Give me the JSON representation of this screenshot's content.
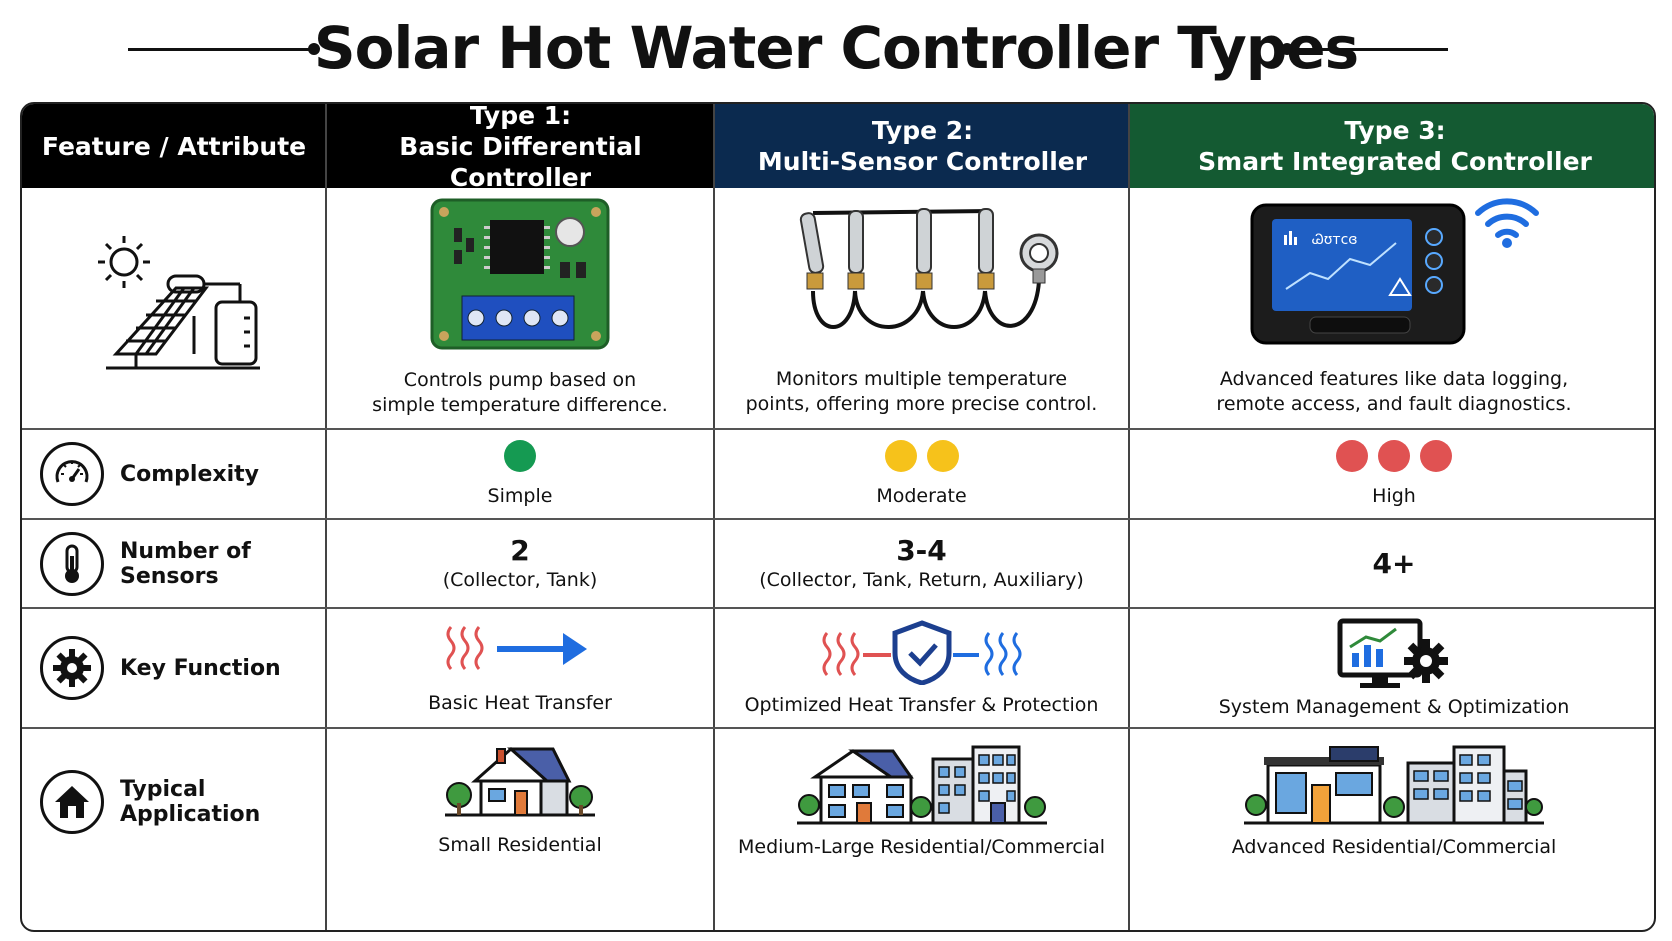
{
  "title": "Solar Hot Water Controller Types",
  "header": {
    "feature": "Feature / Attribute",
    "types": [
      {
        "line1": "Type 1:",
        "line2": "Basic Differential Controller",
        "color": "#000000"
      },
      {
        "line1": "Type 2:",
        "line2": "Multi-Sensor Controller",
        "color": "#0b2a4f"
      },
      {
        "line1": "Type 3:",
        "line2": "Smart Integrated Controller",
        "color": "#145a32"
      }
    ]
  },
  "overview": {
    "type1": {
      "line1": "Controls pump based on",
      "line2": "simple temperature difference."
    },
    "type2": {
      "line1": "Monitors multiple temperature",
      "line2": "points, offering more precise control."
    },
    "type3": {
      "line1": "Advanced features like data logging,",
      "line2": "remote access, and fault diagnostics."
    },
    "screen_text": "Ꮚʊᴛᴄɞ"
  },
  "rows": {
    "complexity": {
      "label": "Complexity",
      "type1": {
        "value": "Simple",
        "dots": 1,
        "color": "#159a52"
      },
      "type2": {
        "value": "Moderate",
        "dots": 2,
        "color": "#f6c21b"
      },
      "type3": {
        "value": "High",
        "dots": 3,
        "color": "#e05252"
      }
    },
    "sensors": {
      "label": "Number of Sensors",
      "type1": {
        "value": "2",
        "detail": "(Collector, Tank)"
      },
      "type2": {
        "value": "3-4",
        "detail": "(Collector, Tank, Return, Auxiliary)"
      },
      "type3": {
        "value": "4+"
      }
    },
    "function": {
      "label": "Key Function",
      "type1": "Basic Heat Transfer",
      "type2": "Optimized Heat Transfer & Protection",
      "type3": "System Management & Optimization"
    },
    "application": {
      "label": "Typical Application",
      "type1": "Small Residential",
      "type2": "Medium-Large Residential/Commercial",
      "type3": "Advanced Residential/Commercial"
    }
  },
  "icons": {
    "solar_system": "solar-water-heater-icon",
    "pcb": "circuit-board-icon",
    "sensors": "temperature-probes-icon",
    "smart_display": "smart-controller-display-icon",
    "wifi": "wifi-icon",
    "gauge": "gauge-icon",
    "thermometer": "thermometer-icon",
    "gear": "gear-icon",
    "home": "home-icon"
  }
}
